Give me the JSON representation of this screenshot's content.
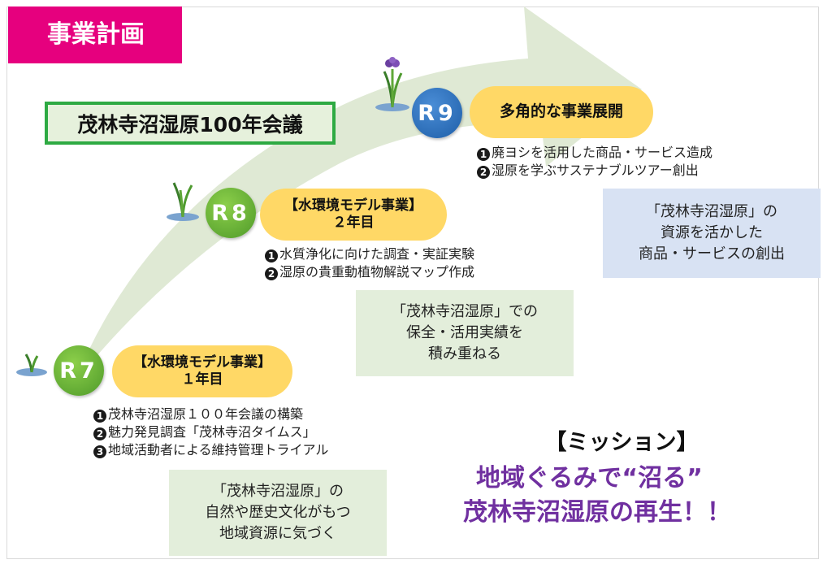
{
  "header": {
    "title": "事業計画"
  },
  "conference": {
    "label": "茂林寺沼湿原100年会議"
  },
  "stages": [
    {
      "id": "R7",
      "badge": "R7",
      "color": "#5fa838",
      "title_line1": "【水環境モデル事業】",
      "title_line2": "１年目",
      "items": [
        {
          "num": "1",
          "text": "茂林寺沼湿原１００年会議の構築"
        },
        {
          "num": "2",
          "text": "魅力発見調査「茂林寺沼タイムス」"
        },
        {
          "num": "3",
          "text": "地域活動者による維持管理トライアル"
        }
      ],
      "box_lines": [
        "「茂林寺沼湿原」の",
        "自然や歴史文化がもつ",
        "地域資源に気づく"
      ]
    },
    {
      "id": "R8",
      "badge": "R8",
      "color": "#5fa838",
      "title_line1": "【水環境モデル事業】",
      "title_line2": "２年目",
      "items": [
        {
          "num": "1",
          "text": "水質浄化に向けた調査・実証実験"
        },
        {
          "num": "2",
          "text": "湿原の貴重動植物解説マップ作成"
        }
      ],
      "box_lines": [
        "「茂林寺沼湿原」での",
        "保全・活用実績を",
        "積み重ねる"
      ]
    },
    {
      "id": "R9",
      "badge": "R9",
      "color": "#2165b5",
      "title_line1": "多角的な事業展開",
      "items": [
        {
          "num": "1",
          "text": "廃ヨシを活用した商品・サービス造成"
        },
        {
          "num": "2",
          "text": "湿原を学ぶサステナブルツアー創出"
        }
      ],
      "box_lines": [
        "「茂林寺沼湿原」の",
        "資源を活かした",
        "商品・サービスの創出"
      ]
    }
  ],
  "mission": {
    "heading": "【ミッション】",
    "line1": "地域ぐるみで“沼る”",
    "line2": "茂林寺沼湿原の再生！！"
  },
  "colors": {
    "title_bg": "#e6007e",
    "conference_border": "#2eaa43",
    "pill": "#ffd866",
    "mission_text": "#7030a0",
    "arrow": "#dbe7cf"
  },
  "icons": [
    "plant-sprout-icon",
    "plant-grass-icon",
    "iris-flower-icon"
  ]
}
